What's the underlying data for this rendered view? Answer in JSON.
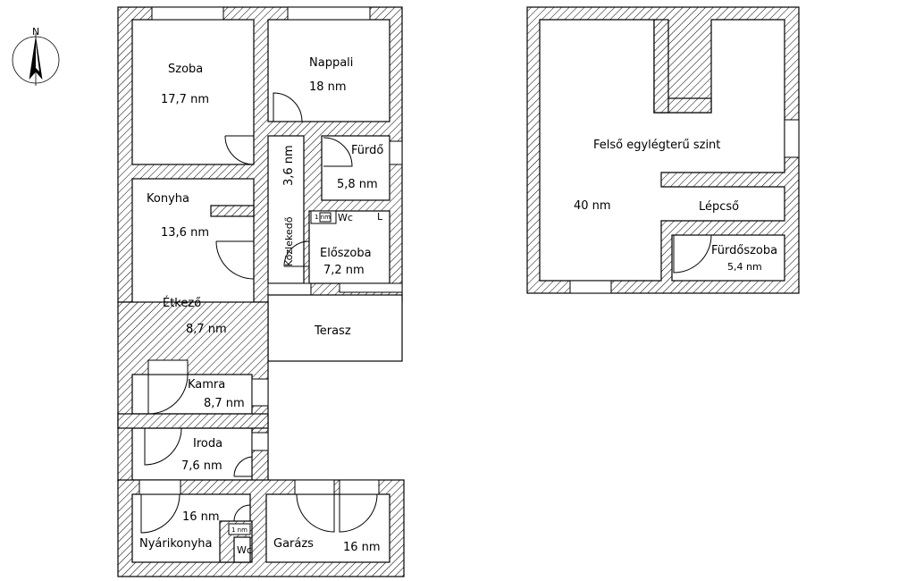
{
  "compass": {
    "north_label": "N"
  },
  "ground_floor": {
    "rooms": {
      "szoba": {
        "name": "Szoba",
        "area": "17,7 nm"
      },
      "nappali": {
        "name": "Nappali",
        "area": "18 nm"
      },
      "konyha": {
        "name": "Konyha",
        "area": "13,6 nm"
      },
      "etkezo": {
        "name": "Étkező",
        "area": "8,7 nm"
      },
      "kozlekedo": {
        "name": "Közlekedő",
        "area": "3,6 nm"
      },
      "furdo": {
        "name": "Fürdő",
        "area": "5,8 nm"
      },
      "wc1": {
        "name": "Wc",
        "area": "1 nm"
      },
      "l_mark": {
        "name": "L"
      },
      "eloszoba": {
        "name": "Előszoba",
        "area": "7,2 nm"
      },
      "terasz": {
        "name": "Terasz"
      },
      "kamra": {
        "name": "Kamra",
        "area": "8,7 nm"
      },
      "iroda": {
        "name": "Iroda",
        "area": "7,6 nm"
      },
      "nyarikonyha": {
        "name": "Nyárikonyha",
        "area": "16 nm"
      },
      "wc2": {
        "name": "Wc",
        "area": "1 nm"
      },
      "garazs": {
        "name": "Garázs",
        "area": "16 nm"
      }
    }
  },
  "upper_floor": {
    "rooms": {
      "felso": {
        "name": "Felső egylégterű szint",
        "area": "40 nm"
      },
      "lepcso": {
        "name": "Lépcső"
      },
      "furdoszoba": {
        "name": "Fürdőszoba",
        "area": "5,4 nm"
      }
    }
  }
}
